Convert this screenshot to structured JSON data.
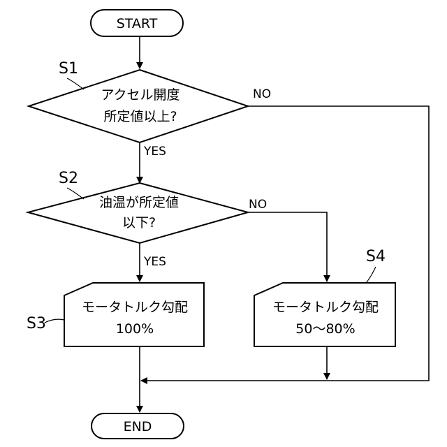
{
  "terminals": {
    "start": "START",
    "end": "END"
  },
  "steps": {
    "s1": {
      "label": "S1",
      "line1": "アクセル開度",
      "line2": "所定値以上?"
    },
    "s2": {
      "label": "S2",
      "line1": "油温が所定値",
      "line2": "以下?"
    },
    "s3": {
      "label": "S3",
      "line1": "モータトルク勾配",
      "line2": "100%"
    },
    "s4": {
      "label": "S4",
      "line1": "モータトルク勾配",
      "line2": "50～80%"
    }
  },
  "branches": {
    "s1_no": "NO",
    "s1_yes": "YES",
    "s2_no": "NO",
    "s2_yes": "YES"
  }
}
